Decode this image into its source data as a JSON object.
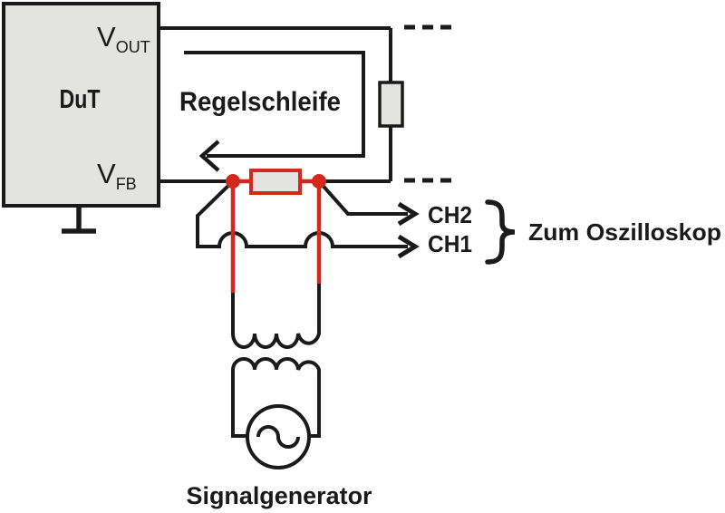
{
  "diagram": {
    "type": "circuit-test-setup",
    "colors": {
      "line": "#1a1a1a",
      "injection_red": "#d3281c",
      "component_fill": "#e3e3e1",
      "background": "#ffffff"
    },
    "dut": {
      "label": "DuT",
      "pin_out": "V",
      "pin_out_sub": "OUT",
      "pin_fb": "V",
      "pin_fb_sub": "FB"
    },
    "loop_label": "Regelschleife",
    "channels": {
      "ch2_label": "CH2",
      "ch1_label": "CH1",
      "scope_label": "Zum Oszilloskop"
    },
    "generator_label": "Signalgenerator"
  }
}
